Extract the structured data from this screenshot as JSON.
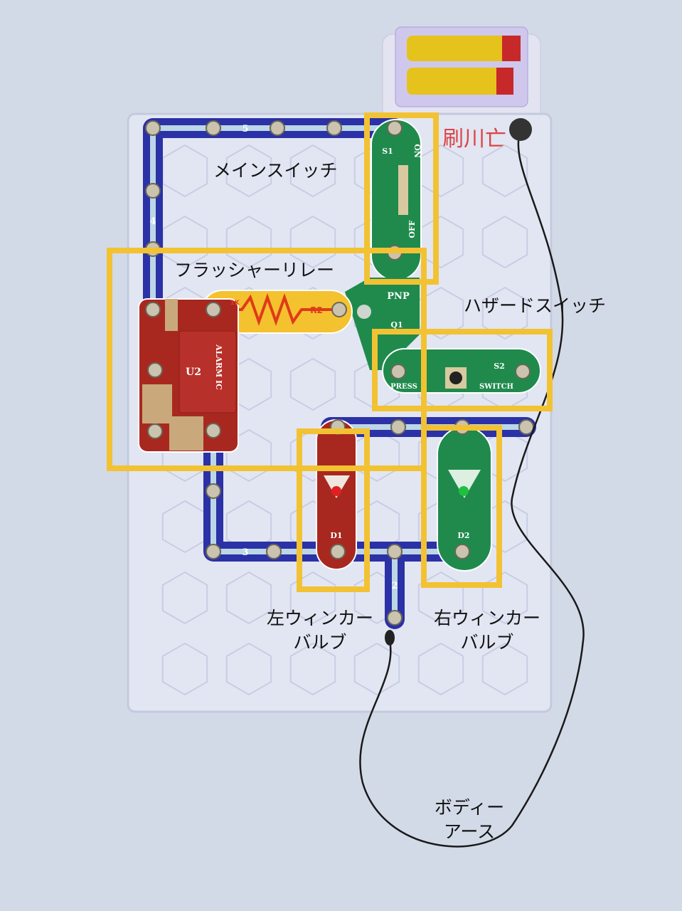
{
  "labels": {
    "main_switch": "メインスイッチ",
    "flasher_relay": "フラッシャーリレー",
    "hazard_switch": "ハザードスイッチ",
    "left_bulb": [
      "左ウィンカー",
      "バルブ"
    ],
    "right_bulb": [
      "右ウィンカー",
      "バルブ"
    ],
    "body_ground": [
      "ボディー",
      "アース"
    ]
  },
  "component_markings": {
    "wire_numbers": [
      "5",
      "4",
      "3",
      "2"
    ],
    "s1": "S1",
    "s1_on": "ON",
    "s1_off": "OFF",
    "pnp": "PNP",
    "q1": "Q1",
    "r2": "R2",
    "r2_value": "1K",
    "u2": "U2",
    "u2_name": "ALARM IC",
    "s2": "S2",
    "s2_press": "PRESS",
    "s2_switch": "SWITCH",
    "d1": "D1",
    "d2": "D2"
  },
  "colors": {
    "highlight": "#f2c233",
    "wire_blue": "#2b31a6",
    "green_part": "#1f8a4c",
    "red_part": "#a8281f",
    "resistor": "#f4c22e"
  }
}
